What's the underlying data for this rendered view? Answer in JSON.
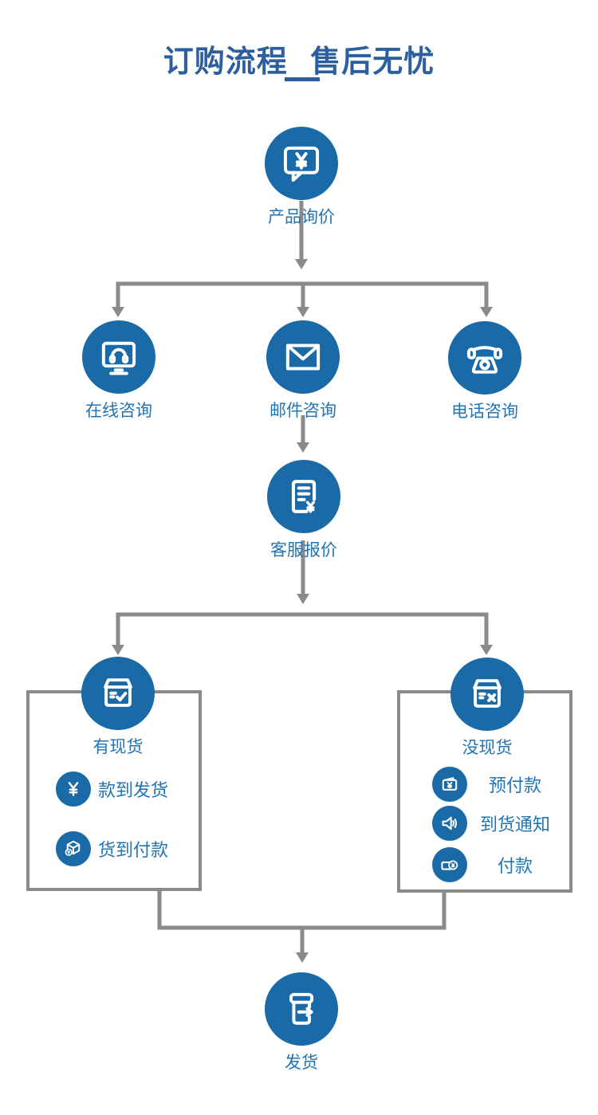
{
  "title": {
    "text": "订购流程  售后无忧"
  },
  "colors": {
    "circle_blue": "#1a6aa8",
    "label_blue": "#2274b5",
    "title_blue": "#2d5f9f",
    "line_gray": "#8a8a8a",
    "background": "#ffffff"
  },
  "flow": {
    "inquiry": {
      "label": "产品询价",
      "icon": "chat-yuan-icon"
    },
    "online": {
      "label": "在线咨询",
      "icon": "monitor-headset-icon"
    },
    "mail": {
      "label": "邮件咨询",
      "icon": "envelope-icon"
    },
    "phone": {
      "label": "电话咨询",
      "icon": "telephone-icon"
    },
    "quote": {
      "label": "客服报价",
      "icon": "quotation-doc-icon"
    },
    "instock": {
      "label": "有现货",
      "icon": "box-check-icon"
    },
    "nostock": {
      "label": "没现货",
      "icon": "box-x-icon"
    },
    "ship": {
      "label": "发货",
      "icon": "shipping-box-icon"
    }
  },
  "instock_items": [
    {
      "label": "款到发货",
      "icon": "yuan-icon"
    },
    {
      "label": "货到付款",
      "icon": "package-cube-icon"
    }
  ],
  "nostock_items": [
    {
      "label": "预付款",
      "icon": "wallet-yuan-icon"
    },
    {
      "label": "到货通知",
      "icon": "speaker-icon"
    },
    {
      "label": "付款",
      "icon": "payment-coin-icon"
    }
  ]
}
